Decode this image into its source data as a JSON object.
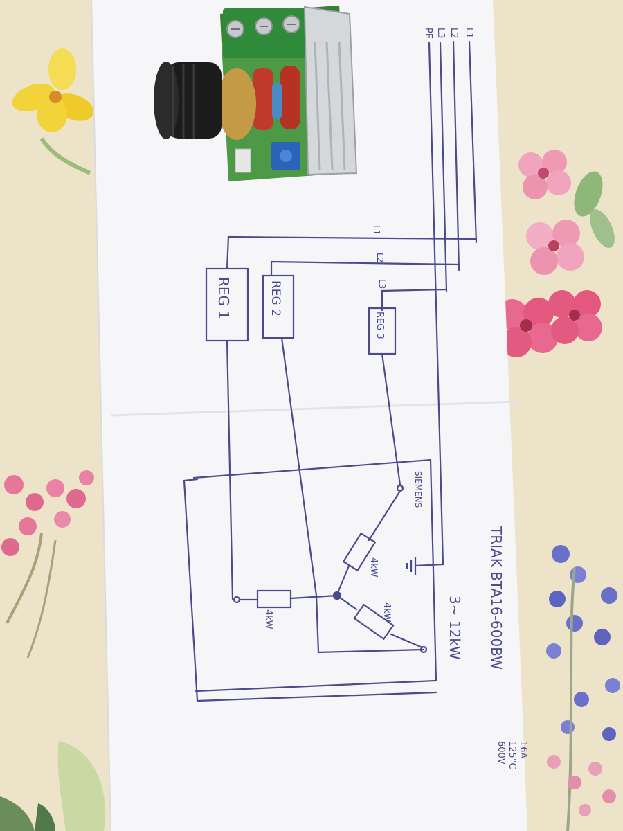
{
  "colors": {
    "background": "#ece3c8",
    "paper": "#f7f7f9",
    "ink": "#4a4a8c",
    "pcb": "#3f8f3a",
    "terminal_block": "#2f8a3a",
    "knob": "#1c1c1c",
    "capacitor": "#c0392b",
    "trimmer": "#2a63b8",
    "heatsink": "#cfd3d6",
    "flower_pink": "#e06a8e",
    "flower_yellow": "#f2d43a",
    "flower_blue": "#6a6fc9",
    "leaf_green": "#7fae6a"
  },
  "icons": {
    "ground": "ground-symbol-icon"
  },
  "diagram": {
    "bus_labels": [
      "L1",
      "L2",
      "L3",
      "PE"
    ],
    "branch_labels": [
      "L1",
      "L2",
      "L3"
    ],
    "regulators": [
      "REG 1",
      "REG 2",
      "REG 3"
    ],
    "heater_brand": "SIEMENS",
    "resistors": [
      "4kW",
      "4kW",
      "4kW"
    ],
    "system_rating": "3~ 12kW",
    "triac_label": "TRIAK BTA16-600BW",
    "triac_specs": [
      "16A",
      "125°C",
      "600V"
    ]
  }
}
